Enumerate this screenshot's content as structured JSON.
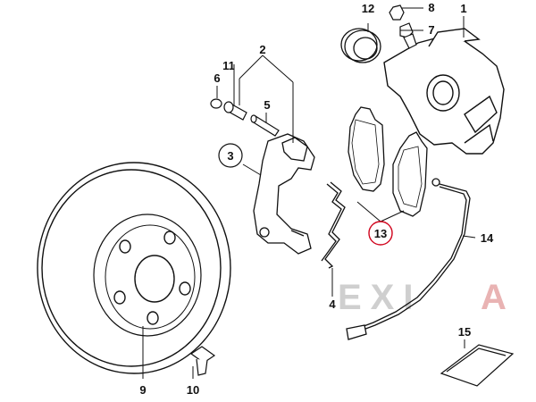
{
  "diagram": {
    "callouts": [
      {
        "id": "callout-1",
        "label": "1"
      },
      {
        "id": "callout-2",
        "label": "2"
      },
      {
        "id": "callout-3",
        "label": "3"
      },
      {
        "id": "callout-4",
        "label": "4"
      },
      {
        "id": "callout-5",
        "label": "5"
      },
      {
        "id": "callout-6",
        "label": "6"
      },
      {
        "id": "callout-7",
        "label": "7"
      },
      {
        "id": "callout-8",
        "label": "8"
      },
      {
        "id": "callout-9",
        "label": "9"
      },
      {
        "id": "callout-10",
        "label": "10"
      },
      {
        "id": "callout-11",
        "label": "11"
      },
      {
        "id": "callout-12",
        "label": "12"
      },
      {
        "id": "callout-13",
        "label": "13"
      },
      {
        "id": "callout-14",
        "label": "14"
      },
      {
        "id": "callout-15",
        "label": "15"
      }
    ],
    "colors": {
      "line": "#111111",
      "highlight_ring": "#d0021b",
      "watermark": "#cfcfcf",
      "watermark_accent": "#e9b3b3"
    }
  },
  "watermark": {
    "text_main": "EXI",
    "text_accent": "A"
  }
}
